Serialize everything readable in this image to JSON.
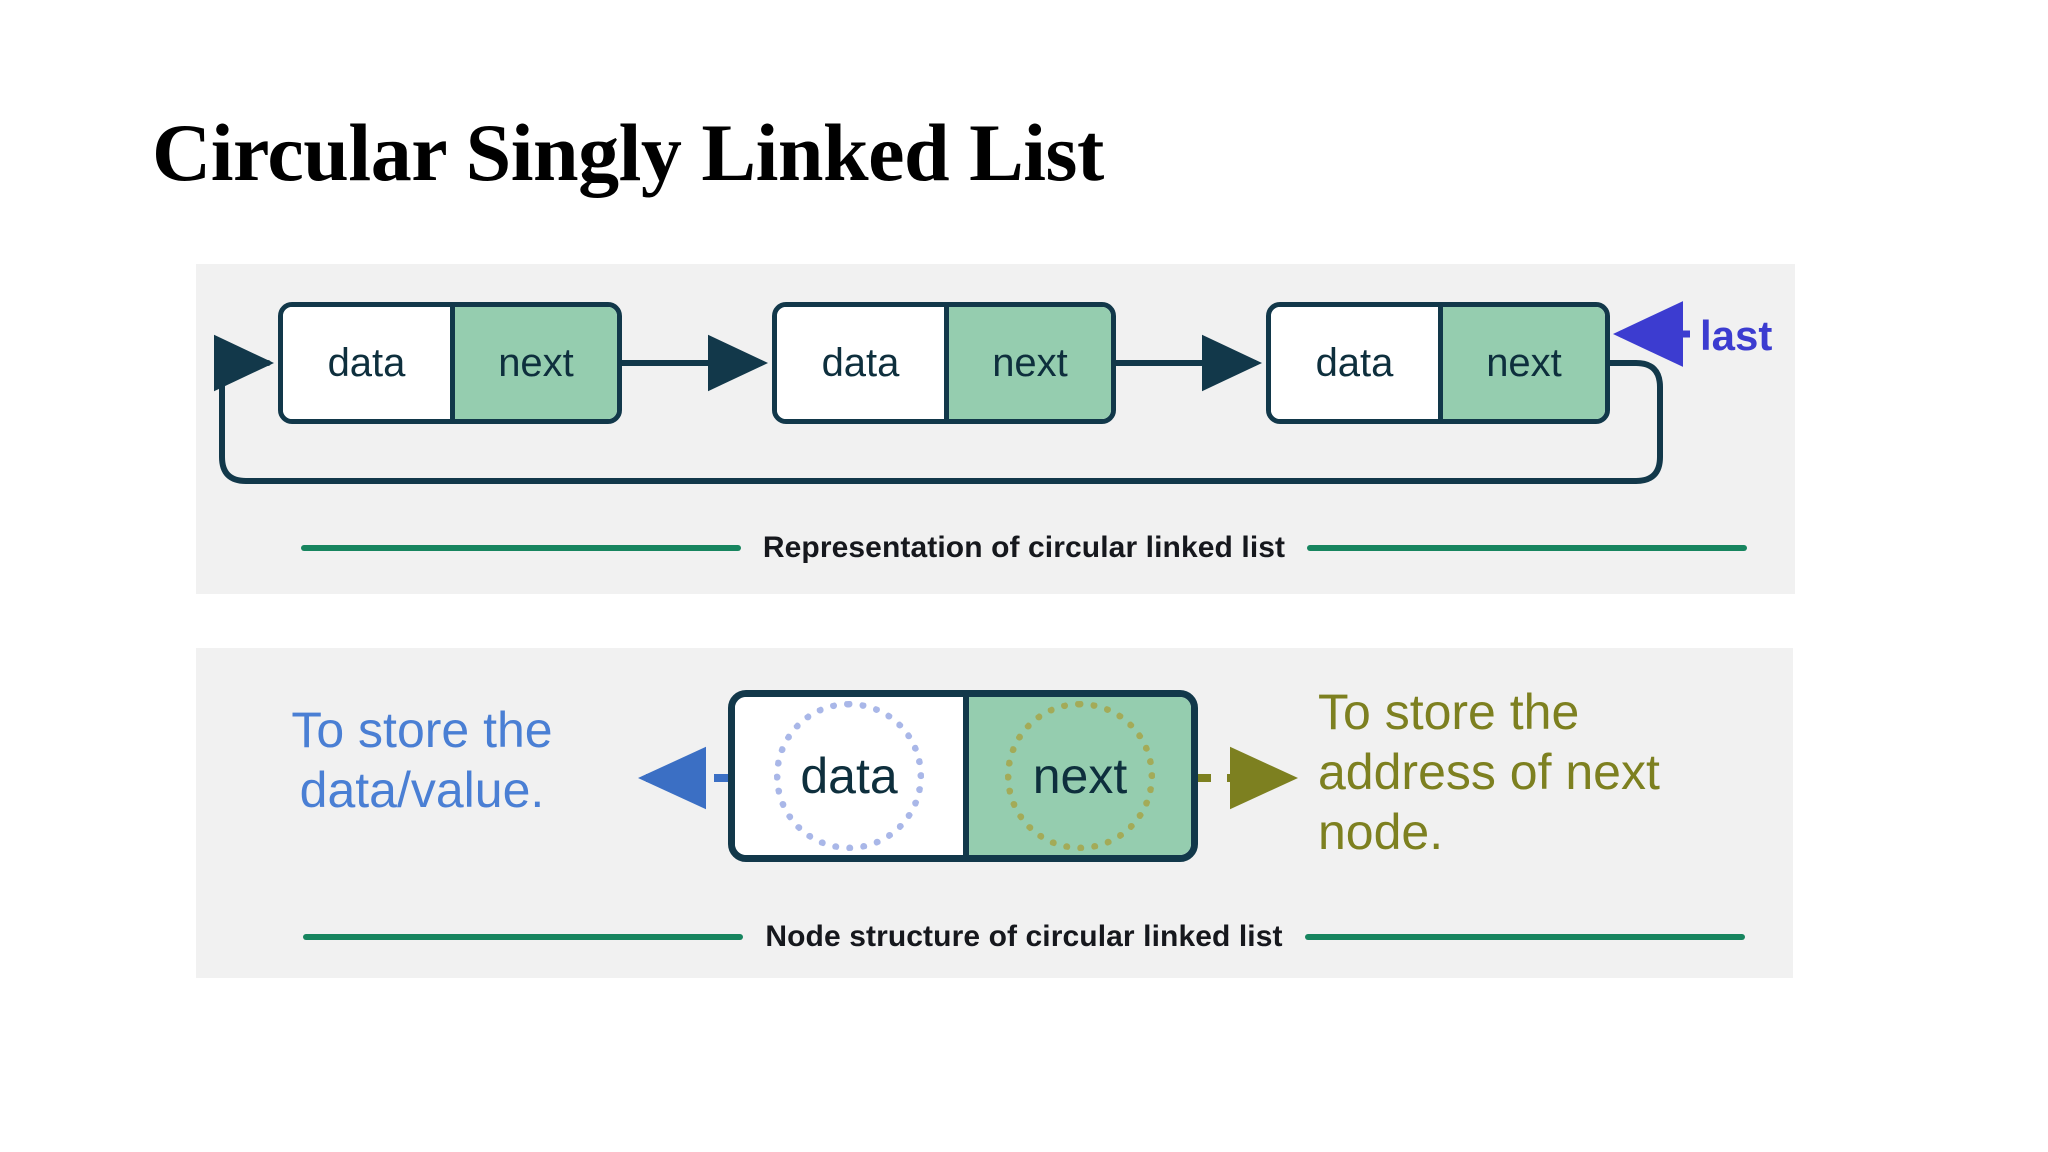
{
  "page": {
    "title": "Circular Singly Linked List",
    "background_color": "#ffffff"
  },
  "colors": {
    "panel_background": "#f1f1f1",
    "node_border": "#12384a",
    "next_cell_fill": "#95cdaf",
    "data_cell_fill": "#ffffff",
    "caption_rule": "#17855f",
    "caption_text": "#16181d",
    "last_label": "#3c3cd0",
    "explain_left_text": "#4a7fd4",
    "explain_right_text": "#7d8020",
    "dotted_circle_data": "#a9b7e8",
    "dotted_circle_next": "#a3ab58"
  },
  "representation": {
    "caption": "Representation of circular linked list",
    "pointer_label": "last",
    "nodes": [
      {
        "data_label": "data",
        "next_label": "next"
      },
      {
        "data_label": "data",
        "next_label": "next"
      },
      {
        "data_label": "data",
        "next_label": "next"
      }
    ],
    "icons": {
      "loop_arrow": "circular-return-arrow-icon",
      "link_arrow": "right-arrow-icon",
      "last_arrow": "left-arrow-icon"
    }
  },
  "node_structure": {
    "caption": "Node structure of circular linked list",
    "node": {
      "data_label": "data",
      "next_label": "next"
    },
    "explain_left": "To store the\ndata/value.",
    "explain_right": "To store the\naddress of next\nnode.",
    "icons": {
      "left_dashed_arrow": "dashed-left-arrow-icon",
      "right_dashed_arrow": "dashed-right-arrow-icon",
      "data_highlight": "dotted-circle-icon",
      "next_highlight": "dotted-circle-icon"
    }
  }
}
